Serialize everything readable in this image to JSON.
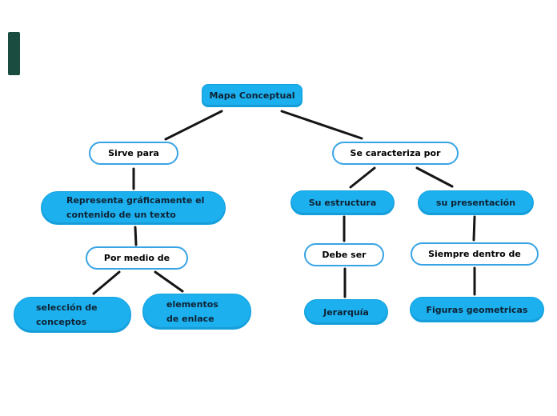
{
  "diagram": {
    "type": "concept-map",
    "colors": {
      "node_fill": "#1db0ef",
      "node_fill_border": "#12a2dd",
      "outline_node_border": "#39a4e5",
      "connector_line": "#151515",
      "text_on_filled": "#0e2233",
      "text_on_outline": "#000000",
      "left_margin_mark": "#1a4c3f"
    },
    "nodes": {
      "root": {
        "label": "Mapa Conceptual"
      },
      "sirve_para": {
        "label": "Sirve para"
      },
      "representa": {
        "line1": "Representa gráficamente el",
        "line2": "contenido de un texto"
      },
      "por_medio": {
        "label": "Por medio de"
      },
      "seleccion": {
        "line1": "selección de",
        "line2": "conceptos"
      },
      "enlace": {
        "line1": "elementos",
        "line2": "de enlace"
      },
      "caracteriza": {
        "label": "Se caracteriza por"
      },
      "estructura": {
        "label": "Su estructura"
      },
      "presentacion": {
        "label": "su presentación"
      },
      "debe_ser": {
        "label": "Debe ser"
      },
      "siempre": {
        "label": "Siempre dentro de"
      },
      "jerarquia": {
        "label": "Jerarquía"
      },
      "figuras": {
        "label": "Figuras geometricas"
      }
    },
    "edges": [
      "root-sirve_para",
      "root-caracteriza",
      "sirve_para-representa",
      "representa-por_medio",
      "por_medio-seleccion",
      "por_medio-enlace",
      "caracteriza-estructura",
      "caracteriza-presentacion",
      "estructura-debe_ser",
      "debe_ser-jerarquia",
      "presentacion-siempre",
      "siempre-figuras"
    ]
  }
}
